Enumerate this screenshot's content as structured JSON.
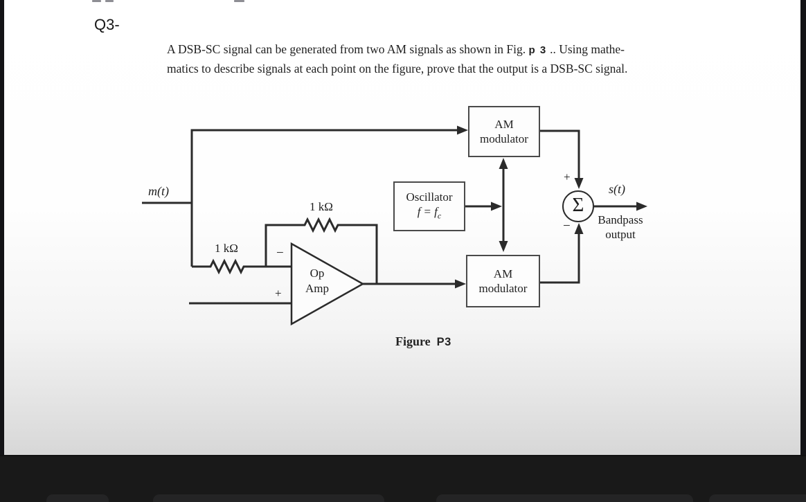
{
  "colors": {
    "page_top": "#ffffff",
    "page_bottom": "#d7d7d7",
    "frame_dark": "#131316",
    "shelf_bg": "#191919",
    "shelf_tile": "#242425",
    "diagram_line": "#2b2b2b",
    "box_border": "#4a4a4a",
    "text": "#1b1b1b"
  },
  "page": {
    "question_label": "Q3-",
    "problem": {
      "line1_before": "A DSB-SC signal can be generated from two AM signals as shown in Fig. ",
      "line1_fig_ref": "p 3",
      "line1_after": " .. Using mathe-",
      "line2": "matics to describe signals at each point on the figure, prove that the output is a DSB-SC signal."
    }
  },
  "figure": {
    "input_label": "m(t)",
    "resistor_input_label": "1 kΩ",
    "resistor_feedback_label": "1 kΩ",
    "opamp": {
      "minus": "−",
      "plus": "+",
      "name_line1": "Op",
      "name_line2": "Amp"
    },
    "oscillator": {
      "title": "Oscillator",
      "f_left": "f",
      "equals": "=",
      "f_right": "f",
      "f_sub": "c"
    },
    "am_modulator_top": {
      "line1": "AM",
      "line2": "modulator"
    },
    "am_modulator_bottom": {
      "line1": "AM",
      "line2": "modulator"
    },
    "summer": {
      "symbol": "Σ",
      "plus_sign": "+",
      "minus_sign": "−"
    },
    "output_label": "s(t)",
    "output_desc_line1": "Bandpass",
    "output_desc_line2": "output",
    "caption_word": "Figure",
    "caption_number": "P3"
  }
}
